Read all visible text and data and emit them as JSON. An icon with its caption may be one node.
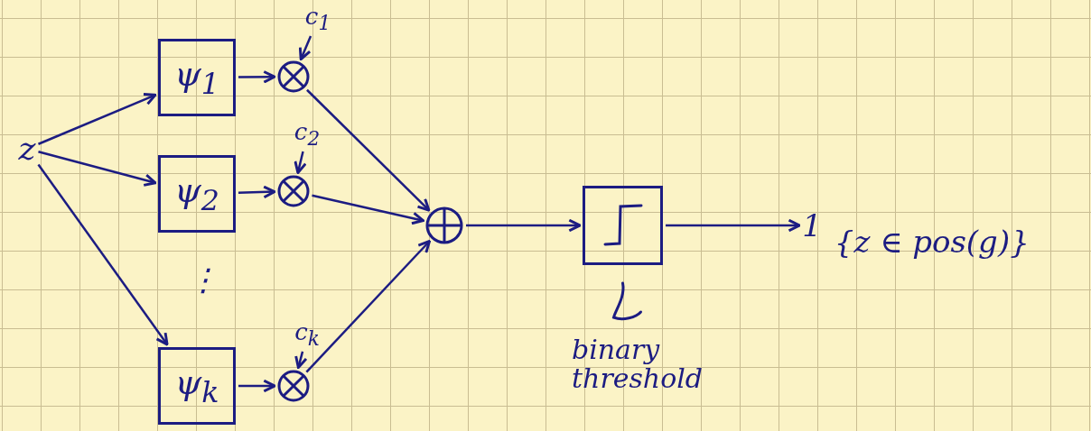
{
  "diagram": {
    "nodes": [
      {
        "text": [
          "z"
        ]
      },
      {
        "text": [
          "ψ$_{1}$"
        ]
      },
      {
        "text": [
          "ψ$_{2}$"
        ]
      },
      {
        "text": [
          "ψ$_{k}$"
        ]
      },
      {
        "text": [],
        "shape": "circle"
      },
      {
        "text": [],
        "shape": "circle"
      },
      {
        "text": [],
        "shape": "circle"
      },
      {
        "text": [
          "c$_{1}$"
        ]
      },
      {
        "text": [
          "c$_{2}$"
        ]
      },
      {
        "text": [
          "c$_{k}$"
        ]
      },
      {
        "text": [],
        "shape": "circle"
      },
      {
        "text": [],
        "shape": "box",
        "beside": [
          "binary threshold"
        ]
      },
      {
        "text": [
          "1",
          "{z ∈ pos(g)}"
        ]
      }
    ],
    "edges": [
      {
        "from": 0,
        "to": 1,
        "arrow": "to"
      },
      {
        "from": 0,
        "to": 2,
        "arrow": "to"
      },
      {
        "from": 0,
        "to": 3,
        "arrow": "to"
      },
      {
        "from": 1,
        "to": 4,
        "arrow": "to"
      },
      {
        "from": 2,
        "to": 5,
        "arrow": "to"
      },
      {
        "from": 3,
        "to": 6,
        "arrow": "to"
      },
      {
        "from": 7,
        "to": 4,
        "arrow": "to"
      },
      {
        "from": 8,
        "to": 5,
        "arrow": "to"
      },
      {
        "from": 9,
        "to": 6,
        "arrow": "to"
      },
      {
        "from": 4,
        "to": 10,
        "arrow": "to"
      },
      {
        "from": 5,
        "to": 10,
        "arrow": "to"
      },
      {
        "from": 6,
        "to": 10,
        "arrow": "to"
      },
      {
        "from": 10,
        "to": 11,
        "arrow": "to"
      },
      {
        "from": 11,
        "to": 12,
        "arrow": "to"
      }
    ],
    "labels": [
      "⋮"
    ]
  }
}
